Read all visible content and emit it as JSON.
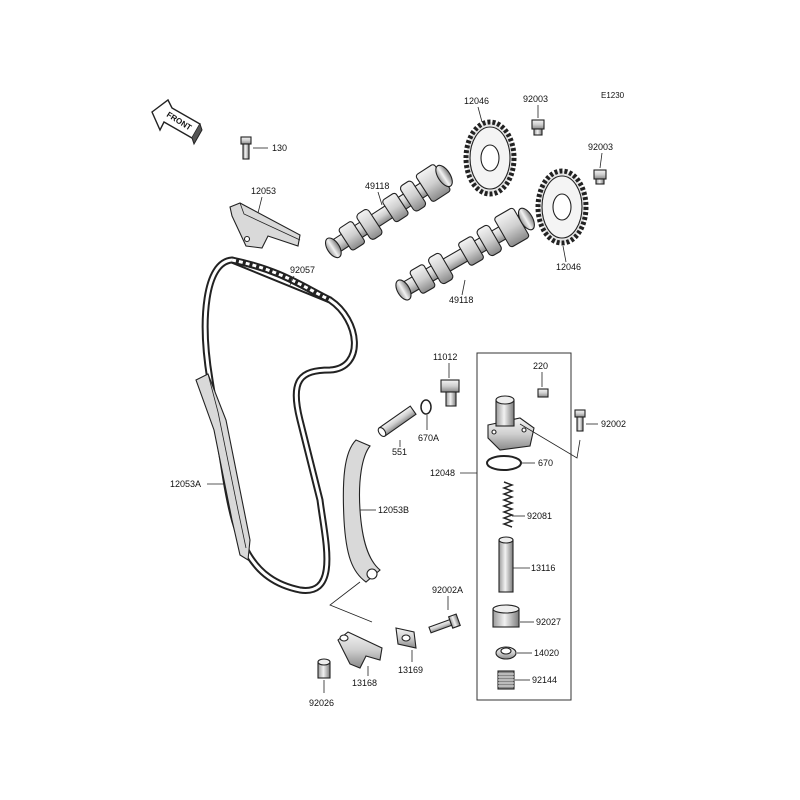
{
  "diagram": {
    "code": "E1230",
    "front_label": "FRONT",
    "parts": {
      "p130": "130",
      "p12053": "12053",
      "p92057": "92057",
      "p49118_top": "49118",
      "p49118_bottom": "49118",
      "p12046_top": "12046",
      "p12046_bottom": "12046",
      "p92003_top": "92003",
      "p92003_right": "92003",
      "p11012": "11012",
      "p670A": "670A",
      "p551": "551",
      "p220": "220",
      "p92002": "92002",
      "p12048": "12048",
      "p670": "670",
      "p92081": "92081",
      "p13116": "13116",
      "p92027": "92027",
      "p14020": "14020",
      "p92144": "92144",
      "p12053A": "12053A",
      "p12053B": "12053B",
      "p92002A": "92002A",
      "p13168": "13168",
      "p13169": "13169",
      "p92026": "92026"
    }
  }
}
